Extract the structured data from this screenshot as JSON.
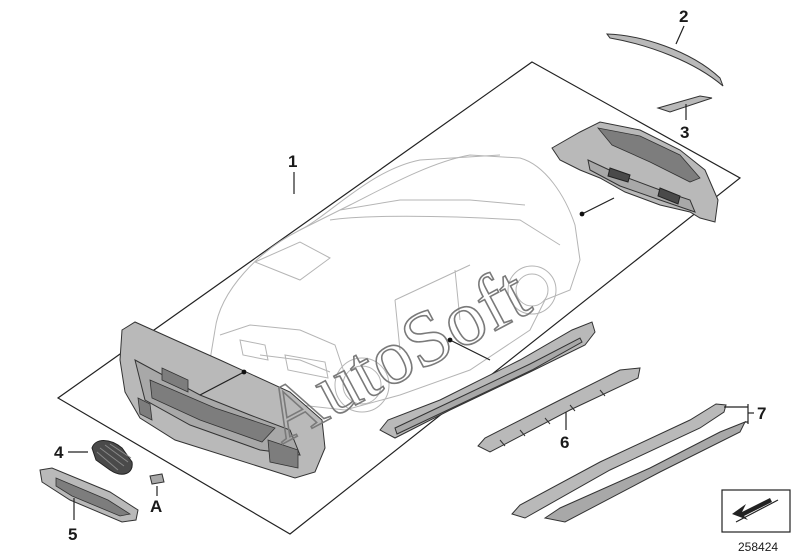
{
  "callouts": {
    "c1": "1",
    "c2": "2",
    "c3": "3",
    "c4": "4",
    "c5": "5",
    "c6": "6",
    "c7": "7",
    "cA": "A"
  },
  "watermark": "AutoSoft",
  "diagram_id": "258424",
  "icons": {
    "corner_symbol": "arrow-down-left-icon"
  }
}
